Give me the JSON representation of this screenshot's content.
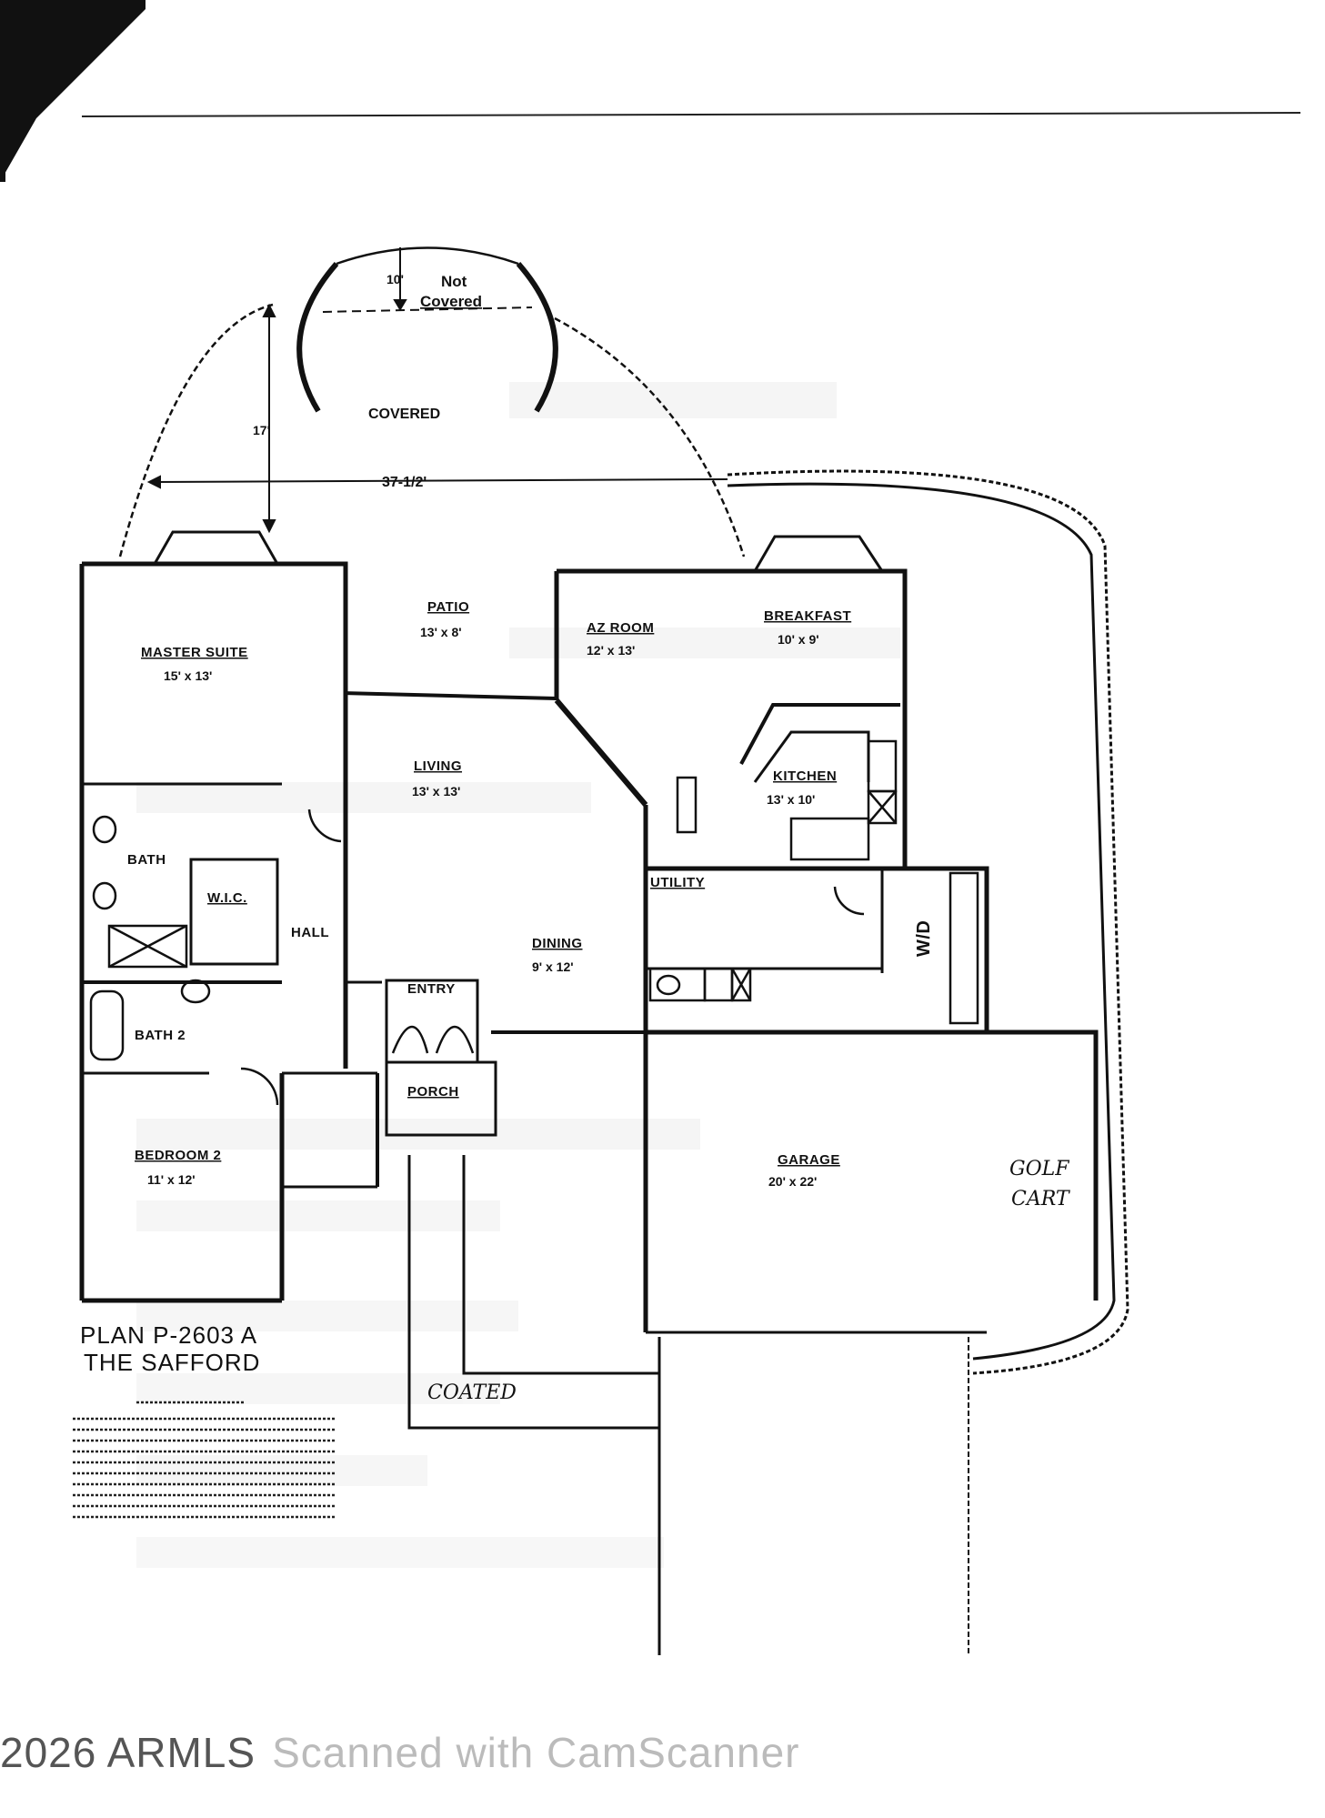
{
  "patio_labels": {
    "depth": "10'",
    "not_covered": "Not",
    "not_covered_2": "Covered",
    "covered": "COVERED",
    "height": "17'",
    "width": "37-1/2'"
  },
  "rooms": {
    "patio": {
      "name": "PATIO",
      "dims": "13' x 8'"
    },
    "master_suite": {
      "name": "MASTER SUITE",
      "dims": "15' x 13'"
    },
    "az_room": {
      "name": "AZ ROOM",
      "dims": "12' x 13'"
    },
    "breakfast": {
      "name": "BREAKFAST",
      "dims": "10' x 9'"
    },
    "living": {
      "name": "LIVING",
      "dims": "13' x 13'"
    },
    "kitchen": {
      "name": "KITCHEN",
      "dims": "13' x 10'"
    },
    "bath": {
      "name": "BATH"
    },
    "wic": {
      "name": "W.I.C."
    },
    "hall": {
      "name": "HALL"
    },
    "utility": {
      "name": "UTILITY"
    },
    "dining": {
      "name": "DINING",
      "dims": "9' x 12'"
    },
    "entry": {
      "name": "ENTRY"
    },
    "bath2": {
      "name": "BATH 2"
    },
    "porch": {
      "name": "PORCH"
    },
    "bedroom2": {
      "name": "BEDROOM 2",
      "dims": "11' x 12'"
    },
    "garage": {
      "name": "GARAGE",
      "dims": "20' x 22'"
    },
    "wd": {
      "name": "W/D"
    }
  },
  "handwritten": {
    "golf": "GOLF",
    "cart": "CART",
    "coated": "COATED"
  },
  "plan_title": {
    "line1": "PLAN P-2603 A",
    "line2": "THE SAFFORD"
  },
  "watermark": {
    "copyright": "2026 ARMLS",
    "scanner": "Scanned with CamScanner"
  }
}
